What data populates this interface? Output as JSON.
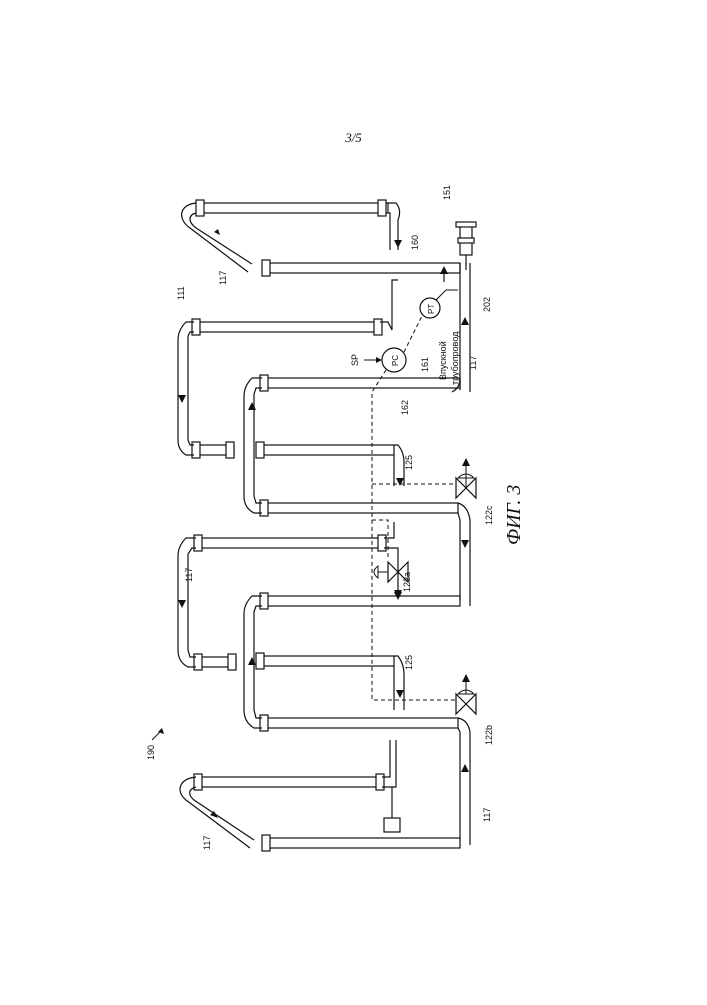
{
  "page": {
    "number": "3/5"
  },
  "figure": {
    "caption": "ФИГ. 3",
    "ref_main": "190",
    "labels": {
      "l111": "111",
      "l117": "117",
      "l125": "125",
      "l122a": "122a",
      "l122b": "122b",
      "l122c": "122c",
      "l151": "151",
      "l160": "160",
      "l161": "161",
      "l162": "162",
      "l202": "202",
      "sp": "SP",
      "pc": "PC",
      "pt": "PT",
      "inlet_line1": "Впускной",
      "inlet_line2": "трубопровод"
    }
  }
}
